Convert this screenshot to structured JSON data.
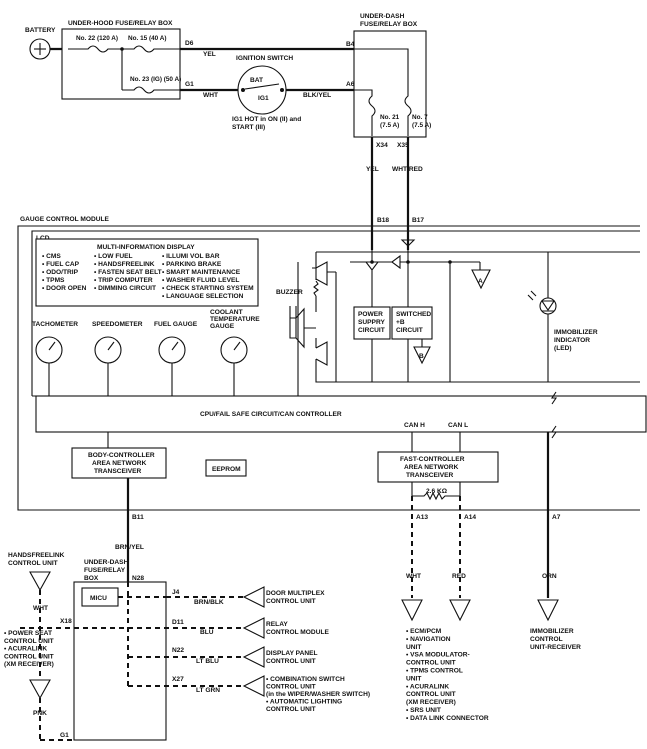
{
  "battery": "BATTERY",
  "underhood": {
    "title": "UNDER-HOOD FUSE/RELAY BOX",
    "fuse22": "No. 22 (120 A)",
    "fuse15": "No. 15 (40 A)",
    "fuse23": "No. 23 (IG) (50 A)",
    "pin_d6": "D6",
    "pin_g1": "G1"
  },
  "wires": {
    "yel": "YEL",
    "wht": "WHT",
    "blk_yel": "BLK/YEL",
    "wht_red": "WHT/RED",
    "brn_yel": "BRN/YEL",
    "brn_blk": "BRN/BLK",
    "blu": "BLU",
    "lt_blu": "LT BLU",
    "lt_grn": "LT GRN",
    "red": "RED",
    "orn": "ORN",
    "pnk": "PNK"
  },
  "ignition": {
    "title": "IGNITION SWITCH",
    "bat": "BAT",
    "ig1": "IG1",
    "note_line1": "IG1 HOT in ON (II) and",
    "note_line2": "START (III)"
  },
  "underdash_top": {
    "title_line1": "UNDER-DASH",
    "title_line2": "FUSE/RELAY BOX",
    "pin_b4": "B4",
    "pin_a6": "A6",
    "fuse21_line1": "No. 21",
    "fuse21_line2": "(7.5 A)",
    "fuse7_line1": "No. 7",
    "fuse7_line2": "(7.5 A)",
    "pin_x34": "X34",
    "pin_x35": "X35"
  },
  "gcm": {
    "title": "GAUGE CONTROL MODULE",
    "lcd": "LCD",
    "mid_title": "MULTI-INFORMATION DISPLAY",
    "mid_col1": [
      "• CMS",
      "• FUEL CAP",
      "• ODO/TRIP",
      "• TPMS",
      "• DOOR OPEN"
    ],
    "mid_col2": [
      "• LOW FUEL",
      "• HANDSFREELINK",
      "• FASTEN SEAT BELT",
      "• TRIP COMPUTER",
      "• DIMMING CIRCUIT"
    ],
    "mid_col3": [
      "• ILLUMI VOL BAR",
      "• PARKING BRAKE",
      "• SMART MAINTENANCE",
      "• WASHER FLUID LEVEL",
      "• CHECK STARTING SYSTEM",
      "• LANGUAGE SELECTION"
    ],
    "pin_b18": "B18",
    "pin_b17": "B17",
    "buzzer": "BUZZER",
    "tachometer": "TACHOMETER",
    "speedometer": "SPEEDOMETER",
    "fuel_gauge": "FUEL GAUGE",
    "coolant_line1": "COOLANT",
    "coolant_line2": "TEMPERATURE",
    "coolant_line3": "GAUGE",
    "power_supply": [
      "POWER",
      "SUPPRY",
      "CIRCUIT"
    ],
    "switched": [
      "SWITCHED",
      "+B",
      "CIRCUIT"
    ],
    "ground_a": "A",
    "ground_b": "B",
    "immob_line1": "IMMOBILIZER",
    "immob_line2": "INDICATOR",
    "immob_line3": "(LED)",
    "cpu": "CPU/FAIL SAFE CIRCUIT/CAN CONTROLLER",
    "can_h": "CAN H",
    "can_l": "CAN L",
    "body_can": [
      "BODY-CONTROLLER",
      "AREA NETWORK",
      "TRANSCEIVER"
    ],
    "eeprom": "EEPROM",
    "fast_can": [
      "FAST-CONTROLLER",
      "AREA NETWORK",
      "TRANSCEIVER"
    ],
    "resistor": "2.6 KΩ",
    "pin_b11": "B11",
    "pin_a13": "A13",
    "pin_a14": "A14",
    "pin_a7": "A7"
  },
  "lower": {
    "handsfree_line1": "HANDSFREELINK",
    "handsfree_line2": "CONTROL UNIT",
    "underdash_line1": "UNDER-DASH",
    "underdash_line2": "FUSE/RELAY",
    "underdash_line3": "BOX",
    "micu": "MICU",
    "pin_n28": "N28",
    "pin_j4": "J4",
    "pin_d11": "D11",
    "pin_n22": "N22",
    "pin_x27": "X27",
    "pin_x18": "X18",
    "pin_g1": "G1",
    "door_mux": [
      "DOOR MULTIPLEX",
      "CONTROL UNIT"
    ],
    "relay_ctrl": [
      "RELAY",
      "CONTROL MODULE"
    ],
    "display_panel": [
      "DISPLAY PANEL",
      "CONTROL UNIT"
    ],
    "combo_switch": [
      "• COMBINATION SWITCH",
      "  CONTROL UNIT",
      "  (in the WIPER/WASHER SWITCH)",
      "• AUTOMATIC LIGHTING",
      "  CONTROL UNIT"
    ],
    "left_units": [
      "• POWER SEAT",
      "  CONTROL UNIT",
      "• ACURALINK",
      "  CONTROL UNIT",
      "  (XM RECEIVER)"
    ],
    "can_units": [
      "• ECM/PCM",
      "• NAVIGATION",
      "  UNIT",
      "• VSA MODULATOR-",
      "  CONTROL UNIT",
      "• TPMS CONTROL",
      "  UNIT",
      "• ACURALINK",
      "  CONTROL UNIT",
      "  (XM RECEIVER)",
      "• SRS UNIT",
      "• DATA LINK CONNECTOR"
    ],
    "immob_unit": [
      "IMMOBILIZER",
      "CONTROL",
      "UNIT-RECEIVER"
    ]
  }
}
